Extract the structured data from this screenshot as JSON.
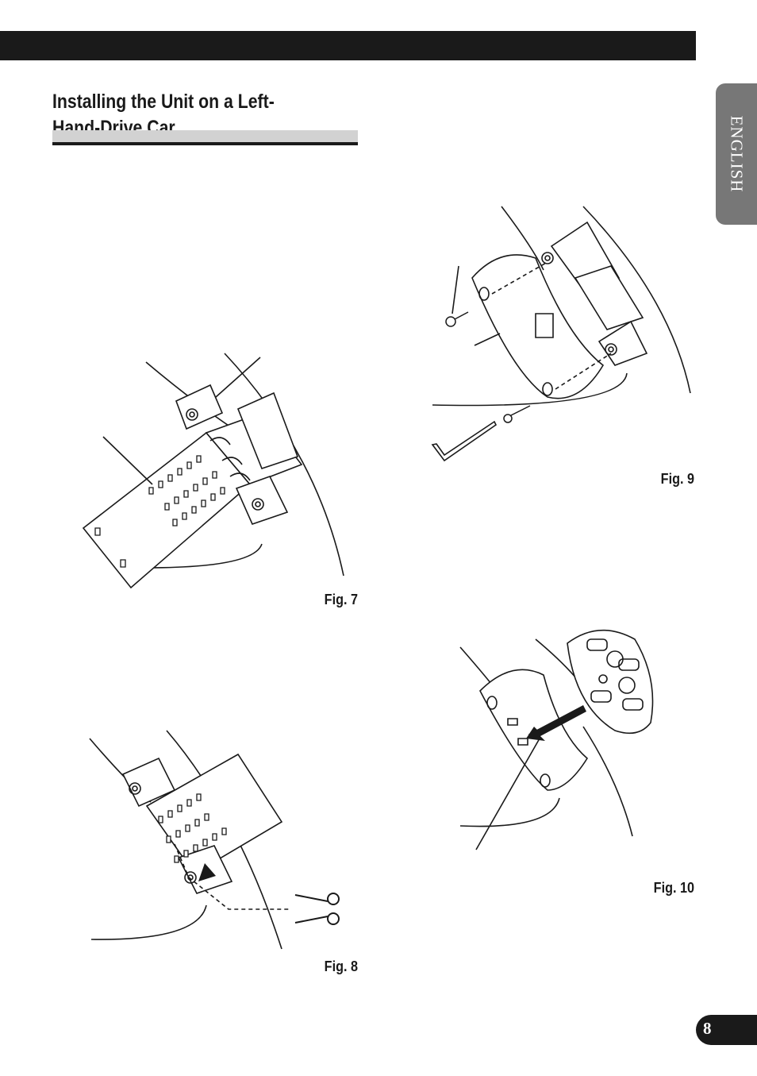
{
  "header": {
    "language_tab": "ENGLISH"
  },
  "section": {
    "title": "Installing the Unit on a Left-Hand-Drive Car"
  },
  "figures": [
    {
      "id": "fig7",
      "caption": "Fig. 7"
    },
    {
      "id": "fig8",
      "caption": "Fig. 8"
    },
    {
      "id": "fig9",
      "caption": "Fig. 9"
    },
    {
      "id": "fig10",
      "caption": "Fig. 10"
    }
  ],
  "footer": {
    "page_number": "8"
  },
  "icons": [
    "scissors-icon",
    "arrow-icon",
    "hex-key-icon",
    "screw-icon"
  ]
}
